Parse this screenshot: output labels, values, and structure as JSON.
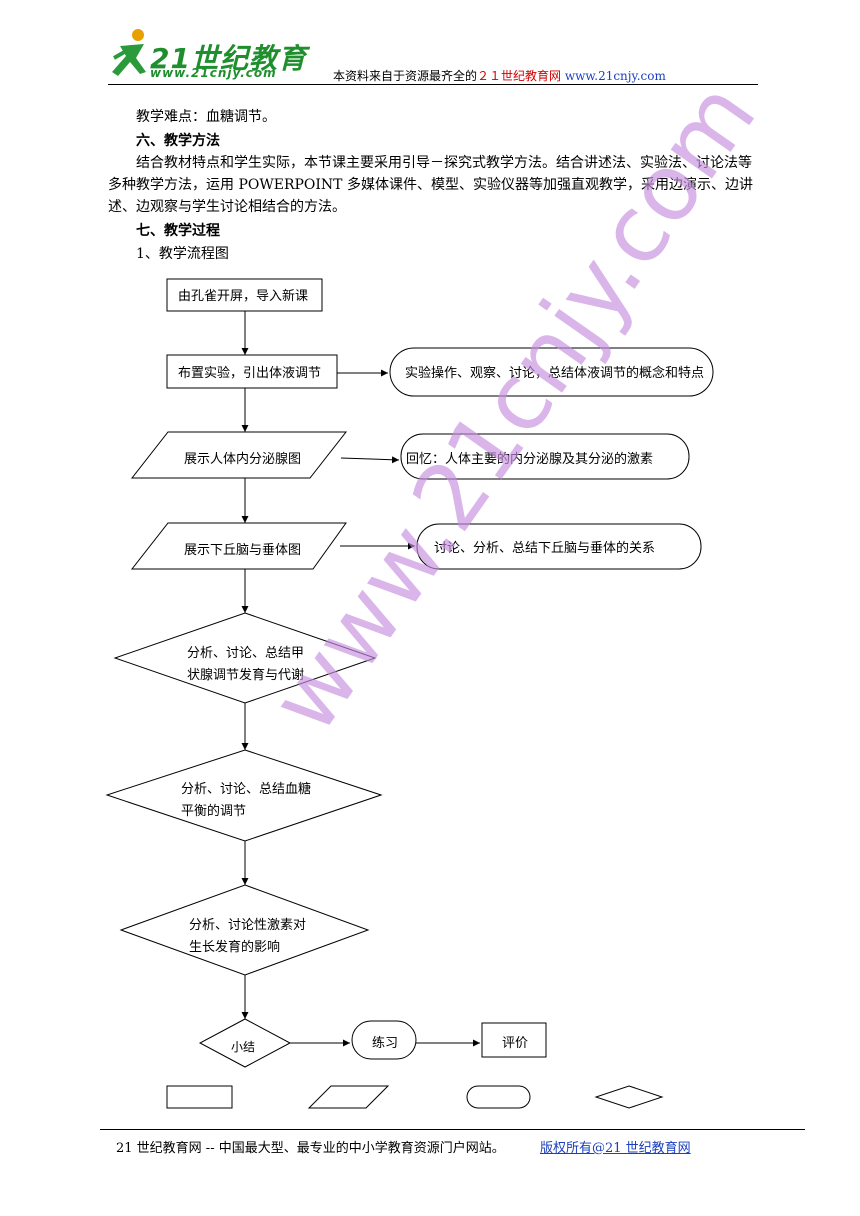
{
  "header": {
    "logo_text": "21世纪教育",
    "logo_url": "www.21cnjy.com",
    "source_prefix": "本资料来自于资源最齐全的",
    "source_site": "２１世纪教育网",
    "source_url": "www.21cnjy.com"
  },
  "body": {
    "difficulty": "教学难点：血糖调节。",
    "section6_title": "六、教学方法",
    "section6_text": "结合教材特点和学生实际，本节课主要采用引导－探究式教学方法。结合讲述法、实验法、讨论法等多种教学方法，运用 POWERPOINT 多媒体课件、模型、实验仪器等加强直观教学，采用边演示、边讲述、边观察与学生讨论相结合的方法。",
    "section7_title": "七、教学过程",
    "subsection1": "1、教学流程图"
  },
  "flowchart": {
    "n1": "由孔雀开屏，导入新课",
    "n2": "布置实验，引出体液调节",
    "n2_side": "实验操作、观察、讨论，总结体液调节的概念和特点",
    "n3": "展示人体内分泌腺图",
    "n3_side": "回忆：人体主要的内分泌腺及其分泌的激素",
    "n4": "展示下丘脑与垂体图",
    "n4_side": "讨论、分析、总结下丘脑与垂体的关系",
    "d1_line1": "分析、讨论、总结甲",
    "d1_line2": "状腺调节发育与代谢",
    "d2_line1": "分析、讨论、总结血糖",
    "d2_line2": "平衡的调节",
    "d3_line1": "分析、讨论性激素对",
    "d3_line2": "生长发育的影响",
    "d4": "小结",
    "t1": "练习",
    "r1": "评价"
  },
  "watermark": "www.21cnjy.com",
  "footer": {
    "left": "21 世纪教育网 -- 中国最大型、最专业的中小学教育资源门户网站。",
    "right": "版权所有@21 世纪教育网"
  }
}
